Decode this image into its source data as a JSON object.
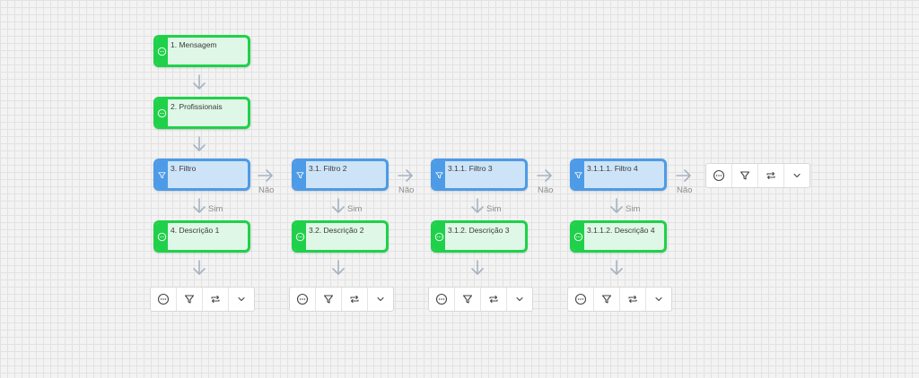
{
  "colors": {
    "message_green": "#1fd14a",
    "message_fill": "#dff7e6",
    "filter_blue": "#4d9be6",
    "filter_fill": "#cde4f8",
    "connector": "#a7b3c2",
    "label_grey": "#8d8d8d"
  },
  "icons": {
    "message": "chat-bubble-icon",
    "filter": "funnel-icon",
    "loop": "repeat-icon",
    "more": "chevron-down-icon"
  },
  "flow": {
    "mensagem": "1. Mensagem",
    "profissionais": "2. Profissionais",
    "filtro_3": "3. Filtro",
    "descricao_4": "4. Descrição 1",
    "filtro_3_1": "3.1. Filtro 2",
    "descricao_3_2": "3.2. Descrição 2",
    "filtro_3_1_1": "3.1.1. Filtro 3",
    "descricao_3_1_2": "3.1.2. Descrição 3",
    "filtro_3_1_1_1": "3.1.1.1. Filtro 4",
    "descricao_3_1_1_2": "3.1.1.2. Descrição 4"
  },
  "branch_labels": {
    "yes": "Sim",
    "no": "Não"
  }
}
